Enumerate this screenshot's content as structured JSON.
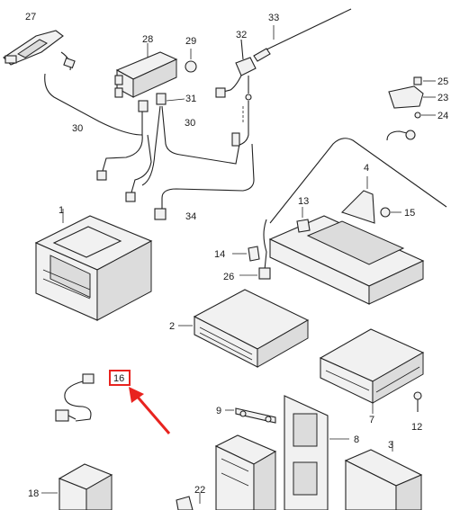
{
  "callouts": [
    {
      "id": "27",
      "text": "27"
    },
    {
      "id": "28",
      "text": "28"
    },
    {
      "id": "29",
      "text": "29"
    },
    {
      "id": "32",
      "text": "32"
    },
    {
      "id": "33",
      "text": "33"
    },
    {
      "id": "25",
      "text": "25"
    },
    {
      "id": "23",
      "text": "23"
    },
    {
      "id": "24",
      "text": "24"
    },
    {
      "id": "31",
      "text": "31"
    },
    {
      "id": "30a",
      "text": "30"
    },
    {
      "id": "30b",
      "text": "30"
    },
    {
      "id": "34",
      "text": "34"
    },
    {
      "id": "1",
      "text": "1"
    },
    {
      "id": "4",
      "text": "4"
    },
    {
      "id": "13",
      "text": "13"
    },
    {
      "id": "15",
      "text": "15"
    },
    {
      "id": "14",
      "text": "14"
    },
    {
      "id": "26",
      "text": "26"
    },
    {
      "id": "2",
      "text": "2"
    },
    {
      "id": "16",
      "text": "16"
    },
    {
      "id": "7",
      "text": "7"
    },
    {
      "id": "12",
      "text": "12"
    },
    {
      "id": "9",
      "text": "9"
    },
    {
      "id": "8",
      "text": "8"
    },
    {
      "id": "3",
      "text": "3"
    },
    {
      "id": "18",
      "text": "18"
    },
    {
      "id": "22",
      "text": "22"
    }
  ],
  "highlight": {
    "callout": "16",
    "color": "#e8231f"
  }
}
